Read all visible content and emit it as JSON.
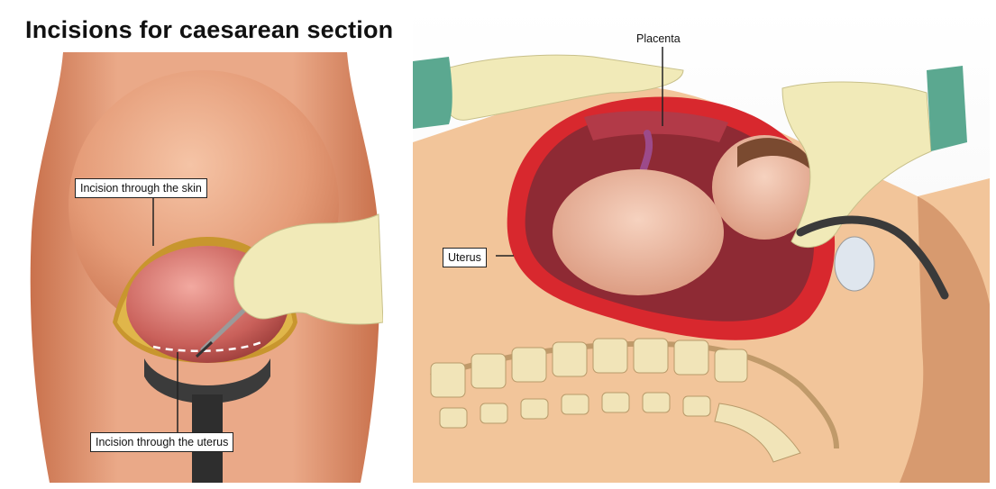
{
  "title": "Incisions for caesarean section",
  "labels": {
    "skin": "Incision through the skin",
    "uterus_incision": "Incision through the uterus",
    "placenta": "Placenta",
    "uterus": "Uterus"
  },
  "colors": {
    "skin": "#e8a785",
    "uterus_wall": "#d8282e",
    "glove": "#f2ecc0",
    "sleeve": "#5ba890",
    "retractor": "#3a3a3a",
    "spine": "#f1e4b8"
  }
}
